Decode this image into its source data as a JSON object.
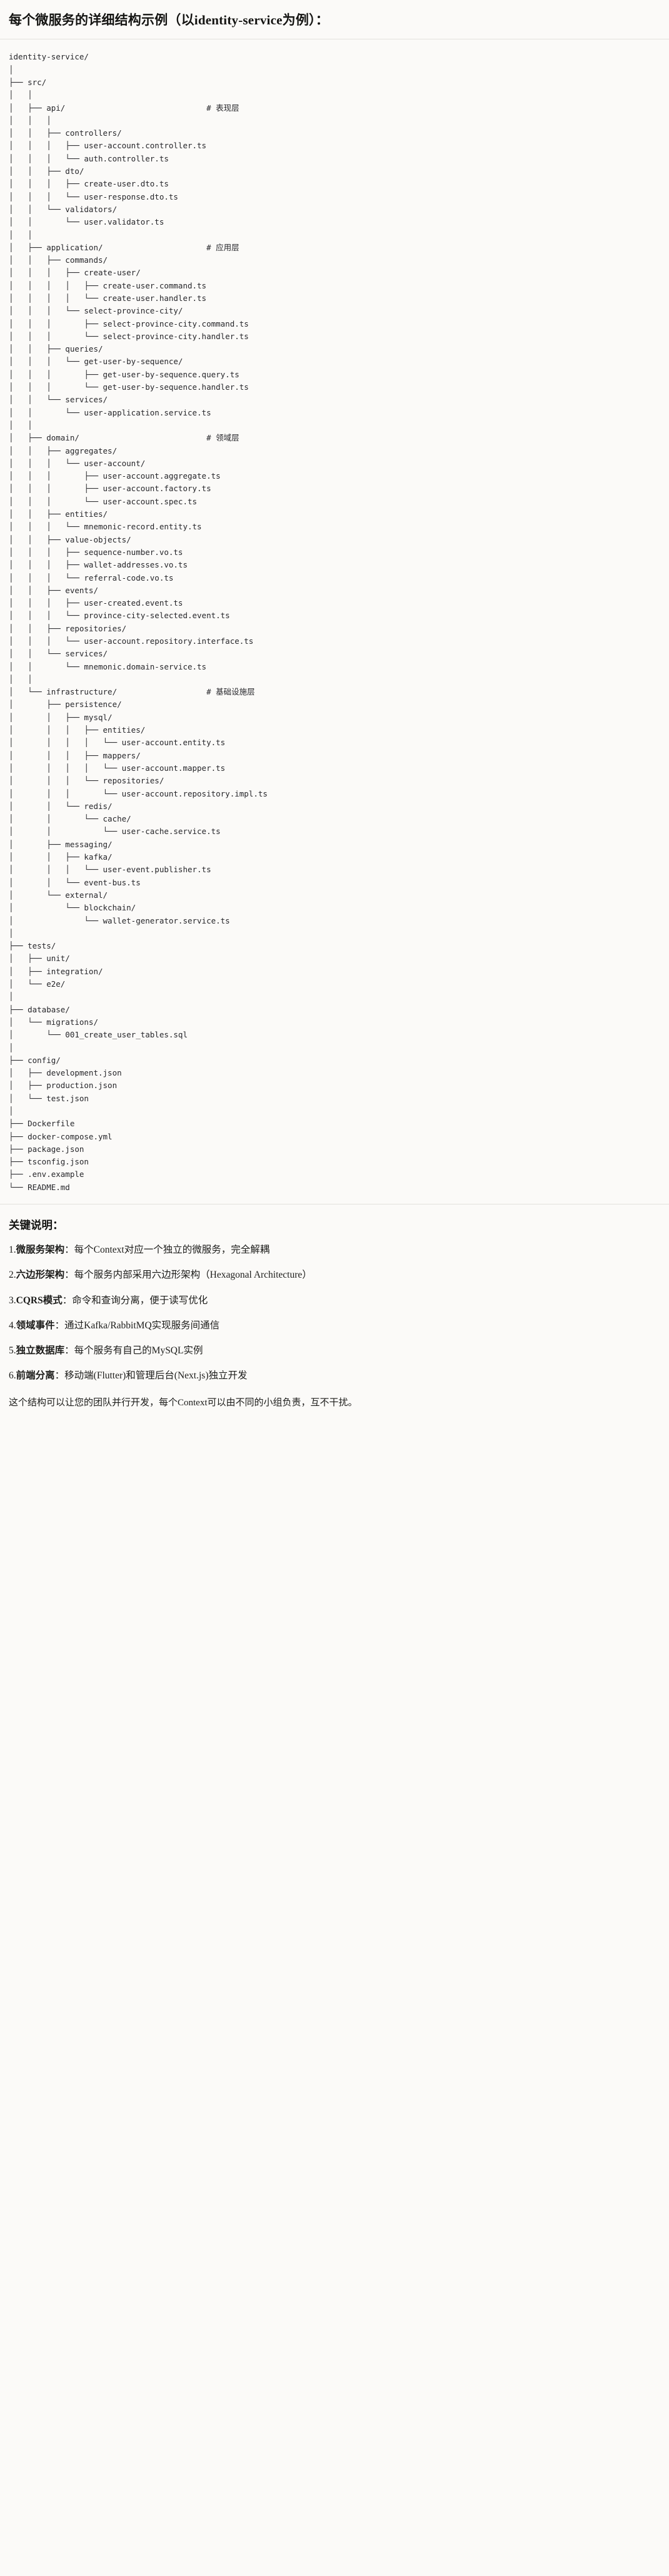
{
  "header": {
    "title": "每个微服务的详细结构示例（以identity-service为例）："
  },
  "tree": {
    "root": "identity-service/",
    "lines": [
      "identity-service/",
      "│",
      "├── src/",
      "│   │",
      "│   ├── api/                              # 表现层",
      "│   │   │",
      "│   │   ├── controllers/",
      "│   │   │   ├── user-account.controller.ts",
      "│   │   │   └── auth.controller.ts",
      "│   │   ├── dto/",
      "│   │   │   ├── create-user.dto.ts",
      "│   │   │   └── user-response.dto.ts",
      "│   │   └── validators/",
      "│   │       └── user.validator.ts",
      "│   │",
      "│   ├── application/                      # 应用层",
      "│   │   ├── commands/",
      "│   │   │   ├── create-user/",
      "│   │   │   │   ├── create-user.command.ts",
      "│   │   │   │   └── create-user.handler.ts",
      "│   │   │   └── select-province-city/",
      "│   │   │       ├── select-province-city.command.ts",
      "│   │   │       └── select-province-city.handler.ts",
      "│   │   ├── queries/",
      "│   │   │   └── get-user-by-sequence/",
      "│   │   │       ├── get-user-by-sequence.query.ts",
      "│   │   │       └── get-user-by-sequence.handler.ts",
      "│   │   └── services/",
      "│   │       └── user-application.service.ts",
      "│   │",
      "│   ├── domain/                           # 领域层",
      "│   │   ├── aggregates/",
      "│   │   │   └── user-account/",
      "│   │   │       ├── user-account.aggregate.ts",
      "│   │   │       ├── user-account.factory.ts",
      "│   │   │       └── user-account.spec.ts",
      "│   │   ├── entities/",
      "│   │   │   └── mnemonic-record.entity.ts",
      "│   │   ├── value-objects/",
      "│   │   │   ├── sequence-number.vo.ts",
      "│   │   │   ├── wallet-addresses.vo.ts",
      "│   │   │   └── referral-code.vo.ts",
      "│   │   ├── events/",
      "│   │   │   ├── user-created.event.ts",
      "│   │   │   └── province-city-selected.event.ts",
      "│   │   ├── repositories/",
      "│   │   │   └── user-account.repository.interface.ts",
      "│   │   └── services/",
      "│   │       └── mnemonic.domain-service.ts",
      "│   │",
      "│   └── infrastructure/                   # 基础设施层",
      "│       ├── persistence/",
      "│       │   ├── mysql/",
      "│       │   │   ├── entities/",
      "│       │   │   │   └── user-account.entity.ts",
      "│       │   │   ├── mappers/",
      "│       │   │   │   └── user-account.mapper.ts",
      "│       │   │   └── repositories/",
      "│       │   │       └── user-account.repository.impl.ts",
      "│       │   └── redis/",
      "│       │       └── cache/",
      "│       │           └── user-cache.service.ts",
      "│       ├── messaging/",
      "│       │   ├── kafka/",
      "│       │   │   └── user-event.publisher.ts",
      "│       │   └── event-bus.ts",
      "│       └── external/",
      "│           └── blockchain/",
      "│               └── wallet-generator.service.ts",
      "│",
      "├── tests/",
      "│   ├── unit/",
      "│   ├── integration/",
      "│   └── e2e/",
      "│",
      "├── database/",
      "│   └── migrations/",
      "│       └── 001_create_user_tables.sql",
      "│",
      "├── config/",
      "│   ├── development.json",
      "│   ├── production.json",
      "│   └── test.json",
      "│",
      "├── Dockerfile",
      "├── docker-compose.yml",
      "├── package.json",
      "├── tsconfig.json",
      "├── .env.example",
      "└── README.md"
    ],
    "layer_comments": [
      "# 表现层",
      "# 应用层",
      "# 领域层",
      "# 基础设施层"
    ]
  },
  "notes": {
    "title": "关键说明：",
    "items": [
      {
        "num": "1.",
        "term": "微服务架构",
        "sep": "：",
        "desc": "每个Context对应一个独立的微服务，完全解耦"
      },
      {
        "num": "2.",
        "term": "六边形架构",
        "sep": "：",
        "desc": "每个服务内部采用六边形架构（Hexagonal Architecture）"
      },
      {
        "num": "3.",
        "term": "CQRS模式",
        "sep": "：",
        "desc": "命令和查询分离，便于读写优化"
      },
      {
        "num": "4.",
        "term": "领域事件",
        "sep": "：",
        "desc": "通过Kafka/RabbitMQ实现服务间通信"
      },
      {
        "num": "5.",
        "term": "独立数据库",
        "sep": "：",
        "desc": "每个服务有自己的MySQL实例"
      },
      {
        "num": "6.",
        "term": "前端分离",
        "sep": "：",
        "desc": "移动端(Flutter)和管理后台(Next.js)独立开发"
      }
    ],
    "closing": "这个结构可以让您的团队并行开发，每个Context可以由不同的小组负责，互不干扰。"
  }
}
